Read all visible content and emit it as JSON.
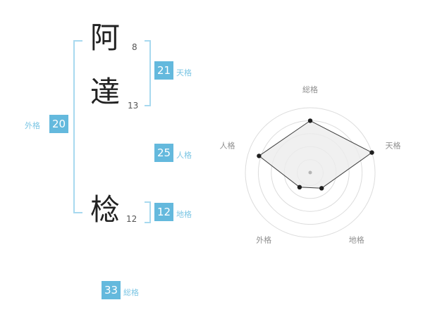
{
  "name_analysis": {
    "characters": [
      {
        "char": "阿",
        "strokes": "8"
      },
      {
        "char": "達",
        "strokes": "13"
      },
      {
        "char": "棯",
        "strokes": "12"
      }
    ],
    "values": {
      "gaikaku": {
        "label": "外格",
        "value": "20"
      },
      "tenkaku": {
        "label": "天格",
        "value": "21"
      },
      "jinkaku": {
        "label": "人格",
        "value": "25"
      },
      "chikaku": {
        "label": "地格",
        "value": "12"
      },
      "soukaku": {
        "label": "総格",
        "value": "33"
      }
    }
  },
  "colors": {
    "box_blue": "#64b9dd",
    "label_blue": "#7cc6e4",
    "bracket_blue": "#a8d9ef",
    "ring_gray": "#dcdcdc",
    "axis_label_gray": "#8f8f8f",
    "polygon_fill": "#ececec",
    "polygon_stroke": "#3a3a3a",
    "point_color": "#1f1f1f",
    "center_dot": "#b5b5b5"
  },
  "chart_data": {
    "type": "radar",
    "axes": [
      "総格",
      "天格",
      "地格",
      "外格",
      "人格"
    ],
    "values": [
      80,
      100,
      30,
      28,
      83
    ],
    "max": 100,
    "rings": 5,
    "grid": "concentric-circles",
    "legend_position": "none"
  }
}
